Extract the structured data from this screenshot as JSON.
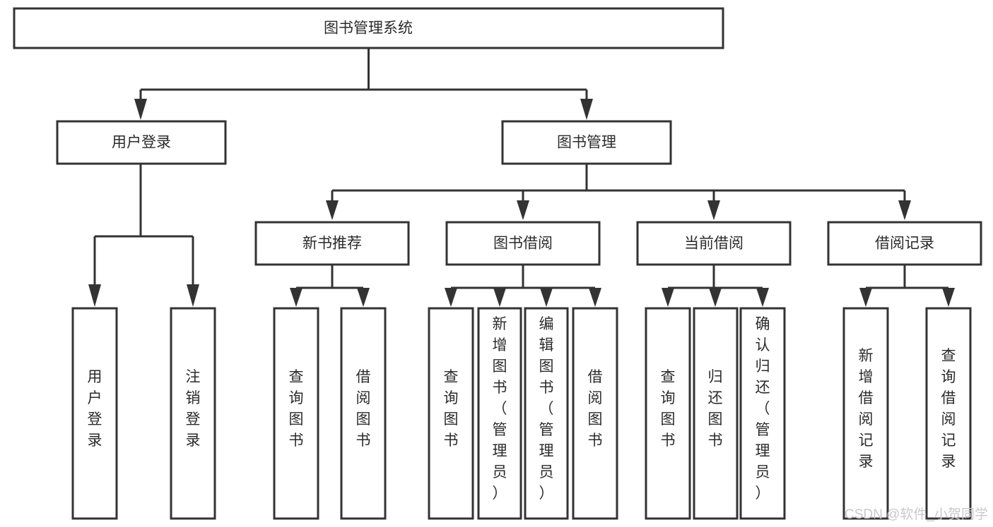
{
  "diagram": {
    "title": "图书管理系统",
    "type": "hierarchy-tree",
    "root": {
      "id": "root",
      "label": "图书管理系统",
      "orientation": "horizontal"
    },
    "level2": [
      {
        "id": "user-login",
        "label": "用户登录",
        "orientation": "horizontal"
      },
      {
        "id": "book-management",
        "label": "图书管理",
        "orientation": "horizontal"
      }
    ],
    "level3": [
      {
        "id": "new-book-recommend",
        "label": "新书推荐",
        "orientation": "horizontal",
        "parent": "book-management"
      },
      {
        "id": "book-borrow",
        "label": "图书借阅",
        "orientation": "horizontal",
        "parent": "book-management"
      },
      {
        "id": "current-borrow",
        "label": "当前借阅",
        "orientation": "horizontal",
        "parent": "book-management"
      },
      {
        "id": "borrow-record",
        "label": "借阅记录",
        "orientation": "horizontal",
        "parent": "book-management"
      }
    ],
    "leaves": [
      {
        "id": "leaf-user-login",
        "label": "用户登录",
        "orientation": "vertical",
        "parent": "user-login"
      },
      {
        "id": "leaf-logout",
        "label": "注销登录",
        "orientation": "vertical",
        "parent": "user-login"
      },
      {
        "id": "leaf-query-book-1",
        "label": "查询图书",
        "orientation": "vertical",
        "parent": "new-book-recommend"
      },
      {
        "id": "leaf-borrow-book-1",
        "label": "借阅图书",
        "orientation": "vertical",
        "parent": "new-book-recommend"
      },
      {
        "id": "leaf-query-book-2",
        "label": "查询图书",
        "orientation": "vertical",
        "parent": "book-borrow"
      },
      {
        "id": "leaf-add-book",
        "label": "新增图书（管理员）",
        "orientation": "vertical",
        "parent": "book-borrow"
      },
      {
        "id": "leaf-edit-book",
        "label": "编辑图书（管理员）",
        "orientation": "vertical",
        "parent": "book-borrow"
      },
      {
        "id": "leaf-borrow-book-2",
        "label": "借阅图书",
        "orientation": "vertical",
        "parent": "book-borrow"
      },
      {
        "id": "leaf-query-book-3",
        "label": "查询图书",
        "orientation": "vertical",
        "parent": "current-borrow"
      },
      {
        "id": "leaf-return-book",
        "label": "归还图书",
        "orientation": "vertical",
        "parent": "current-borrow"
      },
      {
        "id": "leaf-confirm-return",
        "label": "确认归还（管理员）",
        "orientation": "vertical",
        "parent": "current-borrow"
      },
      {
        "id": "leaf-add-record",
        "label": "新增借阅记录",
        "orientation": "vertical",
        "parent": "borrow-record"
      },
      {
        "id": "leaf-query-record",
        "label": "查询借阅记录",
        "orientation": "vertical",
        "parent": "borrow-record"
      }
    ]
  },
  "watermark": {
    "text": "CSDN @软件_小贺同学"
  },
  "colors": {
    "stroke": "#333333",
    "box_fill": "#ffffff",
    "text": "#2b2b2b",
    "watermark": "#c9c9c9",
    "background": "#ffffff"
  }
}
